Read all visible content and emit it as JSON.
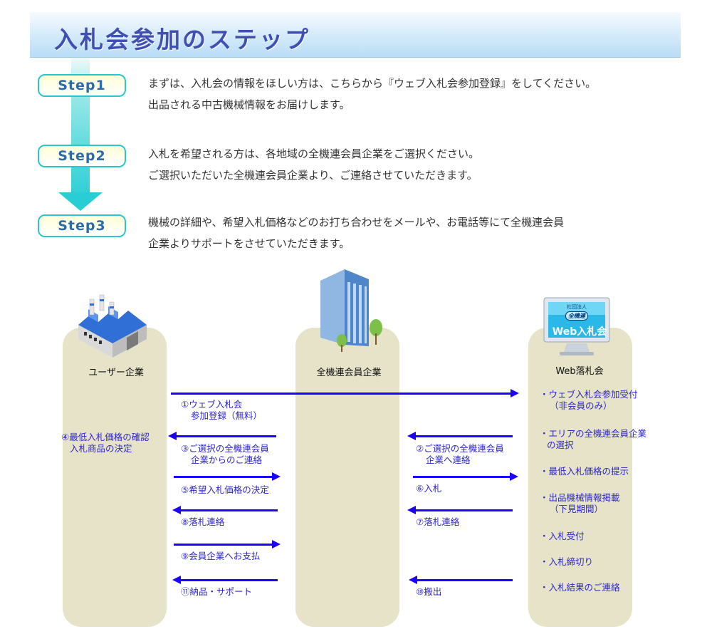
{
  "header": {
    "title": "入札会参加のステップ"
  },
  "steps": [
    {
      "label": "Step1",
      "lines": [
        "まずは、入札会の情報をほしい方は、こちらから『ウェブ入札会参加登録』をしてください。",
        "出品される中古機械情報をお届けします。"
      ]
    },
    {
      "label": "Step2",
      "lines": [
        "入札を希望される方は、各地域の全機連会員企業をご選択ください。",
        "ご選択いただいた全機連会員企業より、ご連絡させていただきます。"
      ]
    },
    {
      "label": "Step3",
      "lines": [
        "機械の詳細や、希望入札価格などのお打ち合わせをメールや、お電話等にて全機連会員",
        "企業よりサポートをさせていただきます。"
      ]
    }
  ],
  "columns": {
    "user": "ユーザー企業",
    "member": "全機連会員企業",
    "web": "Web落札会"
  },
  "monitor": {
    "screen_text": "Web入札会",
    "badge": "全機連",
    "small": "社団法人"
  },
  "flows": {
    "f1": [
      "①ウェブ入札会",
      "参加登録（無料）"
    ],
    "f3": [
      "③ご選択の全機連会員",
      "企業からのご連絡"
    ],
    "f2": [
      "②ご選択の全機連会員",
      "企業へ連絡"
    ],
    "f4": [
      "④最低入札価格の確認",
      "入札商品の決定"
    ],
    "f5": "⑤希望入札価格の決定",
    "f6": "⑥入札",
    "f7": "⑦落札連絡",
    "f8": "⑧落札連絡",
    "f9": "⑨会員企業へお支払",
    "f10": "⑩搬出",
    "f11": "⑪納品・サポート"
  },
  "web_services": [
    [
      "・ウェブ入札会参加受付",
      "（非会員のみ）"
    ],
    [
      "・エリアの全機連会員企業",
      "の選択"
    ],
    [
      "・最低入札価格の提示"
    ],
    [
      "・出品機械情報掲載",
      "（下見期間）"
    ],
    [
      "・入札受付"
    ],
    [
      "・入札締切り"
    ],
    [
      "・入札結果のご連絡"
    ]
  ],
  "colors": {
    "arrow": "#1a00ff",
    "label": "#2d26c9",
    "column": "#e6e3c9",
    "title": "#3f4fb4",
    "step_border": "#29c6cf"
  }
}
